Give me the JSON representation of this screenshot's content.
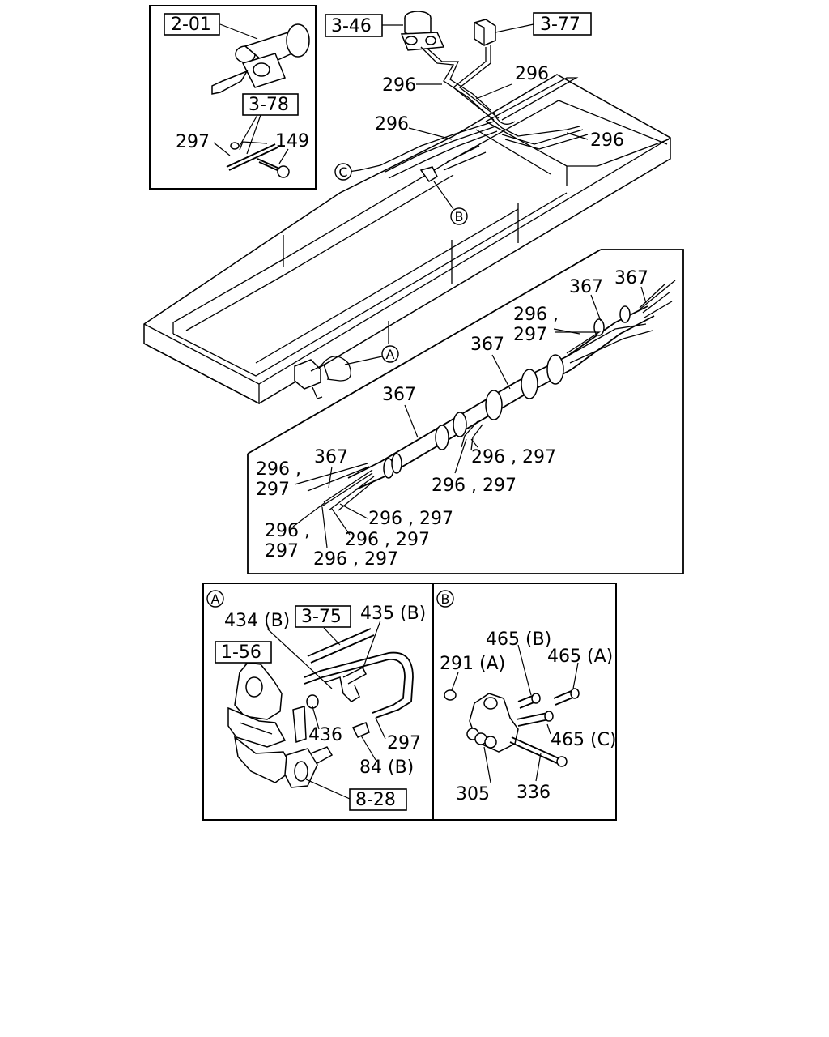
{
  "labels": {
    "r201": "2-01",
    "r346": "3-46",
    "r377": "3-77",
    "r378": "3-78",
    "r375": "3-75",
    "r156": "1-56",
    "r828": "8-28",
    "n297_top": "297",
    "n149": "149",
    "n296_a": "296",
    "n296_b": "296",
    "n296_c": "296",
    "n296_d": "296",
    "n367_1": "367",
    "n367_2": "367",
    "n367_3": "367",
    "n367_4": "367",
    "n367_5": "367",
    "n296_297_a1": "296 ,",
    "n296_297_a2": "297",
    "n296_297_b": "296 , 297",
    "n296_297_c": "296 , 297",
    "n296_297_d1": "296 ,",
    "n296_297_d2": "297",
    "n296_297_e": "296 , 297",
    "n296_297_f": "296 , 297",
    "n296_297_g1": "296 ,",
    "n296_297_g2": "297",
    "n296_297_h": "296 , 297",
    "n434b": "434 (B)",
    "n435b": "435 (B)",
    "n436": "436",
    "n297_a": "297",
    "n84b": "84 (B)",
    "n465b": "465 (B)",
    "n465a": "465 (A)",
    "n291a": "291 (A)",
    "n465c": "465 (C)",
    "n305": "305",
    "n336": "336"
  },
  "callouts": {
    "A": "A",
    "B": "B",
    "C": "C",
    "panelA": "A",
    "panelB": "B"
  }
}
